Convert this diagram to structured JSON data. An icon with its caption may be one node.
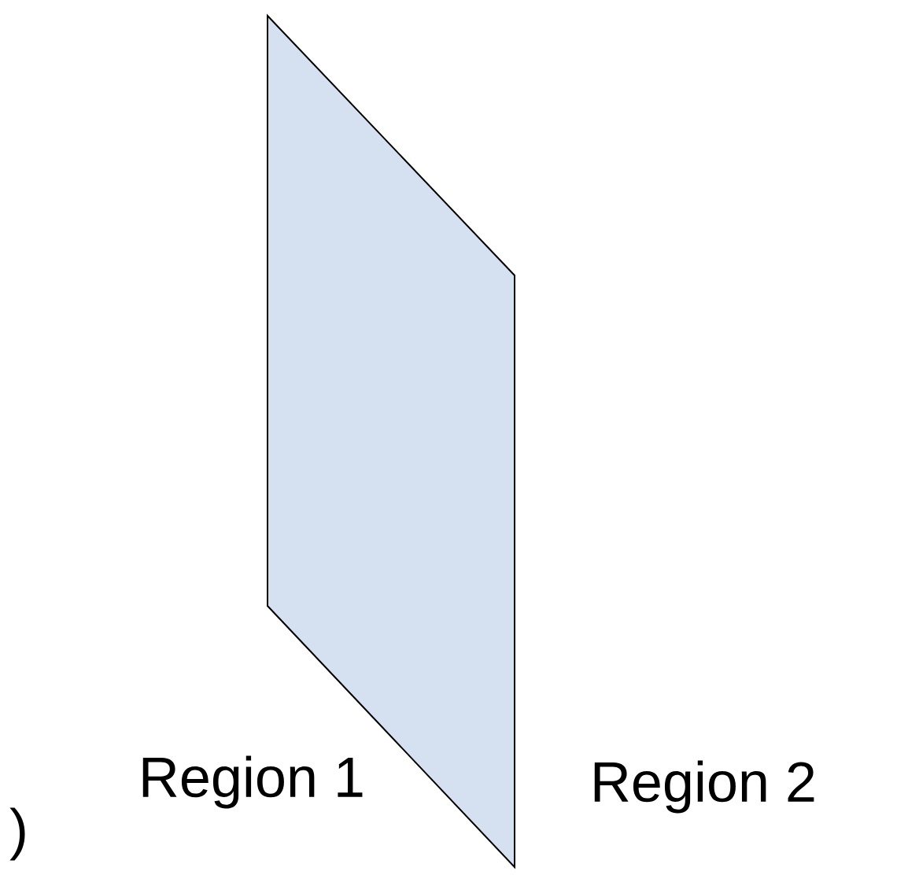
{
  "diagram": {
    "nodes": [
      {
        "text": [],
        "shape": "plane"
      }
    ],
    "labels": [
      "Region 1",
      "Region 2",
      ")"
    ]
  }
}
